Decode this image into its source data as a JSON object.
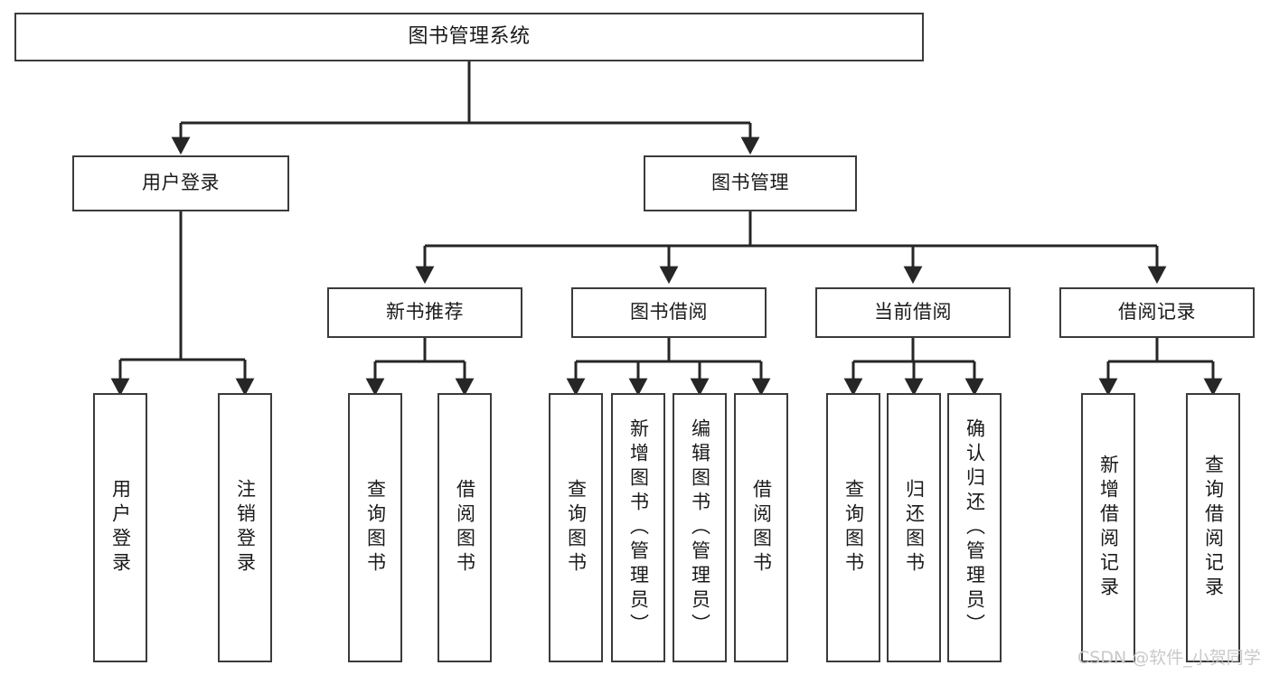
{
  "diagram": {
    "title": "图书管理系统",
    "watermark": "CSDN @软件_小贺同学",
    "colors": {
      "background": "#ffffff",
      "box_stroke": "#3b3b3b",
      "connector": "#262626",
      "text": "#1a1a1a",
      "watermark": "#c9c9c9"
    },
    "root": {
      "label": "图书管理系统"
    },
    "level1": [
      {
        "label": "用户登录"
      },
      {
        "label": "图书管理"
      }
    ],
    "level2": [
      {
        "label": "新书推荐"
      },
      {
        "label": "图书借阅"
      },
      {
        "label": "当前借阅"
      },
      {
        "label": "借阅记录"
      }
    ],
    "leaves": {
      "user_login": [
        {
          "label": "用户登录"
        },
        {
          "label": "注销登录"
        }
      ],
      "new_book_recommend": [
        {
          "label": "查询图书"
        },
        {
          "label": "借阅图书"
        }
      ],
      "book_borrow": [
        {
          "label": "查询图书"
        },
        {
          "label": "新增图书（管理员）"
        },
        {
          "label": "编辑图书（管理员）"
        },
        {
          "label": "借阅图书"
        }
      ],
      "current_borrow": [
        {
          "label": "查询图书"
        },
        {
          "label": "归还图书"
        },
        {
          "label": "确认归还（管理员）"
        }
      ],
      "borrow_record": [
        {
          "label": "新增借阅记录"
        },
        {
          "label": "查询借阅记录"
        }
      ]
    }
  }
}
